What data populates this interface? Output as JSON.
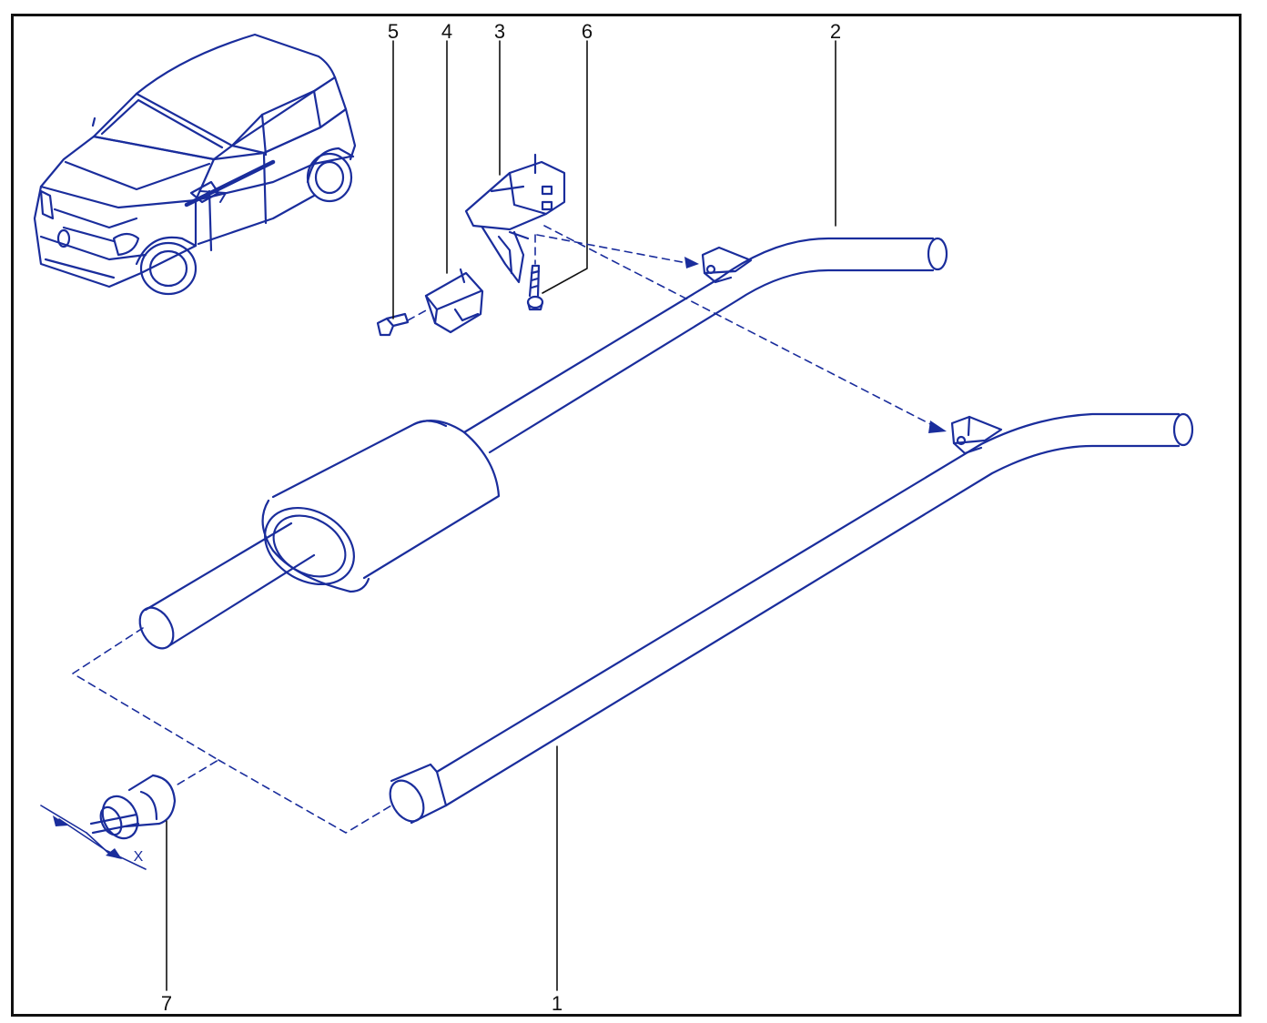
{
  "colors": {
    "line": "#1a2d9c",
    "frame": "#111111",
    "label": "#111111",
    "background": "#ffffff"
  },
  "labels": {
    "part_1": "1",
    "part_2": "2",
    "part_3": "3",
    "part_4": "4",
    "part_5": "5",
    "part_6": "6",
    "part_7": "7",
    "dimension_x": "X"
  }
}
